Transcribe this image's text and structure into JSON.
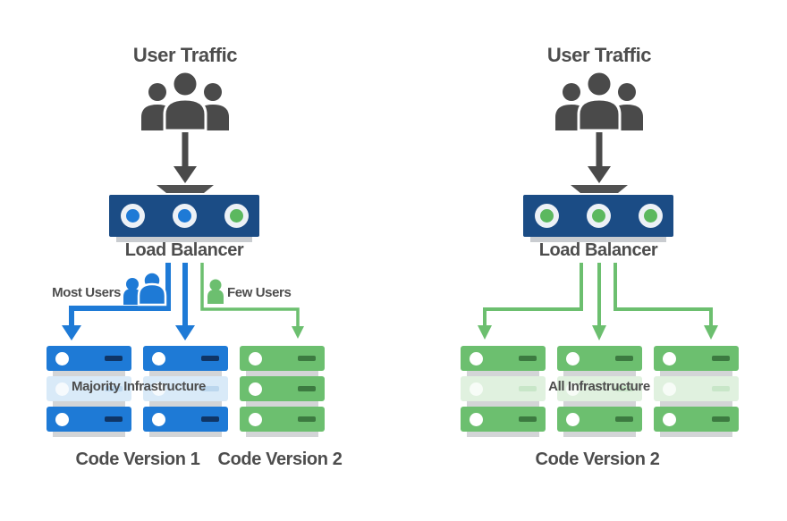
{
  "diagram": {
    "left": {
      "title": "User Traffic",
      "load_balancer_label": "Load Balancer",
      "most_users_label": "Most Users",
      "few_users_label": "Few Users",
      "middle_row_label": "Majority Infrastructure",
      "stack_group_1_label": "Code Version 1",
      "stack_group_2_label": "Code Version 2"
    },
    "right": {
      "title": "User Traffic",
      "load_balancer_label": "Load Balancer",
      "middle_row_label": "All Infrastructure",
      "stack_group_label": "Code Version 2"
    },
    "colors": {
      "navy_box": "#1b4c85",
      "blue": "#1e7ad6",
      "green": "#6cbf6f",
      "green_dot": "#5cb85f",
      "dark_gray_icon": "#4a4a4a",
      "text_gray": "#4d4d4d",
      "light_blue_row": "#d9eaf8",
      "light_green_row": "#e0f1df",
      "shadow_gray": "#d3d5d7"
    }
  }
}
